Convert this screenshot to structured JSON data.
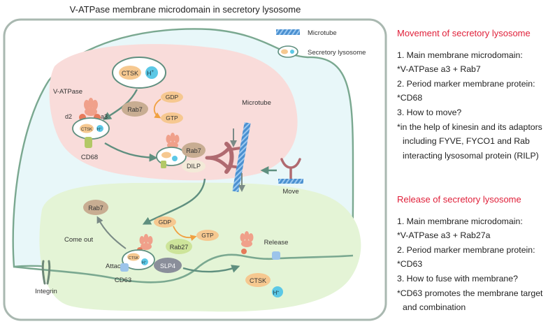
{
  "diagram": {
    "title": "V-ATPase membrane microdomain in secretory lysosome",
    "legend": {
      "microtube": "Microtube",
      "lysosome": "Secretory lysosome"
    },
    "labels": {
      "vatpase": "V-ATPase",
      "d2": "d2",
      "a3": "a3",
      "ctsk": "CTSK",
      "h": "H",
      "plus": "+",
      "cd68": "CD68",
      "rab7": "Rab7",
      "gdp": "GDP",
      "gtp": "GTP",
      "dilp": "DILP",
      "microtube": "Microtube",
      "move": "Move",
      "come_out": "Come out",
      "attach": "Attach",
      "rab27": "Rab27",
      "slp4": "SLP4",
      "cd63": "CD63",
      "integrin": "Integrin",
      "release": "Release"
    },
    "colors": {
      "membrane": "#7aa890",
      "cytoplasm": "#e8f7f9",
      "pink_zone": "#f9dcda",
      "green_zone": "#e4f4d6",
      "ctsk": "#f6c890",
      "rab7": "#c8ad92",
      "proton": "#5cc8e6",
      "vatpase": "#f0a08a",
      "cd63": "#9cc4ea",
      "slp4": "#8a8e9a",
      "rab27": "#cde49a",
      "arrow": "#5f8f7f",
      "gtp_arrow": "#f0a040",
      "microtube": "#4a90d0"
    }
  },
  "panels": {
    "movement": {
      "title": "Movement of secretory lysosome",
      "lines": [
        {
          "text": "1. Main membrane microdomain:",
          "indent": false
        },
        {
          "text": "*V-ATPase a3 + Rab7",
          "indent": false
        },
        {
          "text": "2. Period marker membrane protein:",
          "indent": false
        },
        {
          "text": "*CD68",
          "indent": false
        },
        {
          "text": "3. How to move?",
          "indent": false
        },
        {
          "text": "*in the help of kinesin and its adaptors",
          "indent": false
        },
        {
          "text": "including FYVE, FYCO1 and Rab",
          "indent": true
        },
        {
          "text": "interacting lysosomal protein (RILP)",
          "indent": true
        }
      ]
    },
    "release": {
      "title": "Release of secretory lysosome",
      "lines": [
        {
          "text": "1. Main membrane microdomain:",
          "indent": false
        },
        {
          "text": "*V-ATPase a3 + Rab27a",
          "indent": false
        },
        {
          "text": "2. Period marker membrane protein:",
          "indent": false
        },
        {
          "text": "*CD63",
          "indent": false
        },
        {
          "text": "3. How to fuse with membrane?",
          "indent": false
        },
        {
          "text": "*CD63 promotes the membrane target",
          "indent": false
        },
        {
          "text": "and combination",
          "indent": true
        }
      ]
    }
  }
}
